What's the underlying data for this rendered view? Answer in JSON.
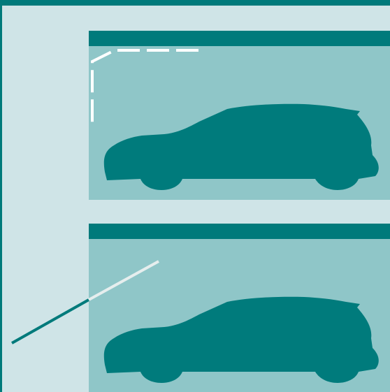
{
  "colors": {
    "frame": "#007a7b",
    "background": "#cfe4e7",
    "panel": "#8fc6c8",
    "car": "#007b7c",
    "dashed_line": "#ffffff",
    "solid_line_outside": "#007a7b",
    "solid_line_inside": "#e6eeee"
  },
  "panels": [
    {
      "name": "top-panel",
      "line_style": "dashed"
    },
    {
      "name": "bottom-panel",
      "line_style": "solid"
    }
  ]
}
